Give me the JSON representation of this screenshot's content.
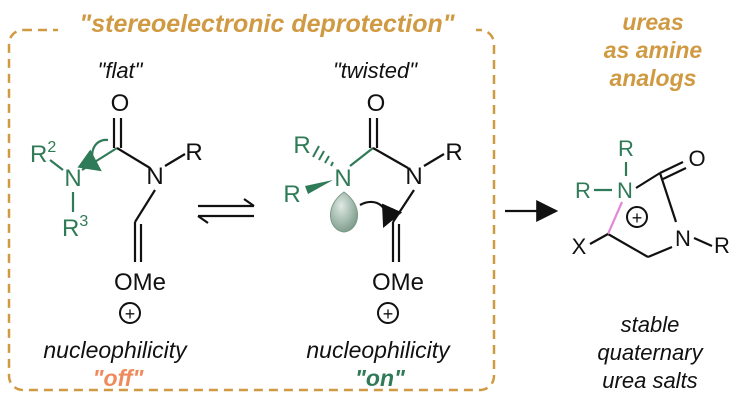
{
  "colors": {
    "accent": "#d09a43",
    "green": "#2f7a57",
    "off": "#f08a5d",
    "black": "#111111",
    "pink": "#e08ad8"
  },
  "header": {
    "title": "\"stereoelectronic deprotection\""
  },
  "left_structure": {
    "label": "\"flat\"",
    "O": "O",
    "N_left": "N",
    "R2": "R",
    "R2_sup": "2",
    "R3": "R",
    "R3_sup": "3",
    "N_right": "N",
    "R_right": "R",
    "OMe": "OMe",
    "plus": "+",
    "caption_line1": "nucleophilicity",
    "caption_state": "\"off\""
  },
  "middle_structure": {
    "label": "\"twisted\"",
    "O": "O",
    "N_left": "N",
    "R_top": "R",
    "R_bottom": "R",
    "N_right": "N",
    "R_right": "R",
    "OMe": "OMe",
    "plus": "+",
    "caption_line1": "nucleophilicity",
    "caption_state": "\"on\""
  },
  "right_block": {
    "title_line1": "ureas",
    "title_line2": "as amine",
    "title_line3": "analogs",
    "R_top": "R",
    "R_left": "R",
    "N_top": "N",
    "plus": "+",
    "O": "O",
    "N_right": "N",
    "R_right": "R",
    "X": "X",
    "caption_line1": "stable",
    "caption_line2": "quaternary",
    "caption_line3": "urea salts"
  }
}
